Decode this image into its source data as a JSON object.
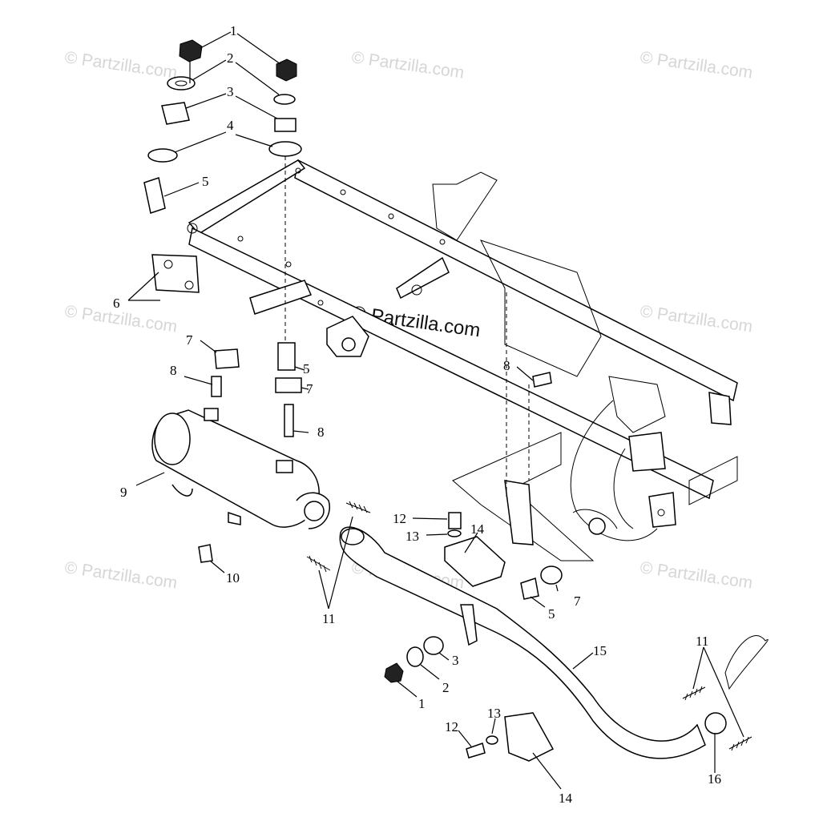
{
  "watermark": {
    "text": "© Partzilla.com",
    "center_text": "© Partzilla.com"
  },
  "callouts": {
    "c1a": "1",
    "c2a": "2",
    "c3a": "3",
    "c4a": "4",
    "c5a": "5",
    "c6": "6",
    "c7a": "7",
    "c8a": "8",
    "c5b": "5",
    "c7b": "7",
    "c8b": "8",
    "c8c": "8",
    "c9": "9",
    "c10": "10",
    "c11a": "11",
    "c12a": "12",
    "c13a": "13",
    "c14a": "14",
    "c7c": "7",
    "c5c": "5",
    "c15": "15",
    "c3b": "3",
    "c2b": "2",
    "c1b": "1",
    "c11b": "11",
    "c13b": "13",
    "c12b": "12",
    "c14b": "14",
    "c16": "16"
  },
  "colors": {
    "line": "#000000",
    "background": "#ffffff",
    "watermark": "#d6d6d6"
  }
}
